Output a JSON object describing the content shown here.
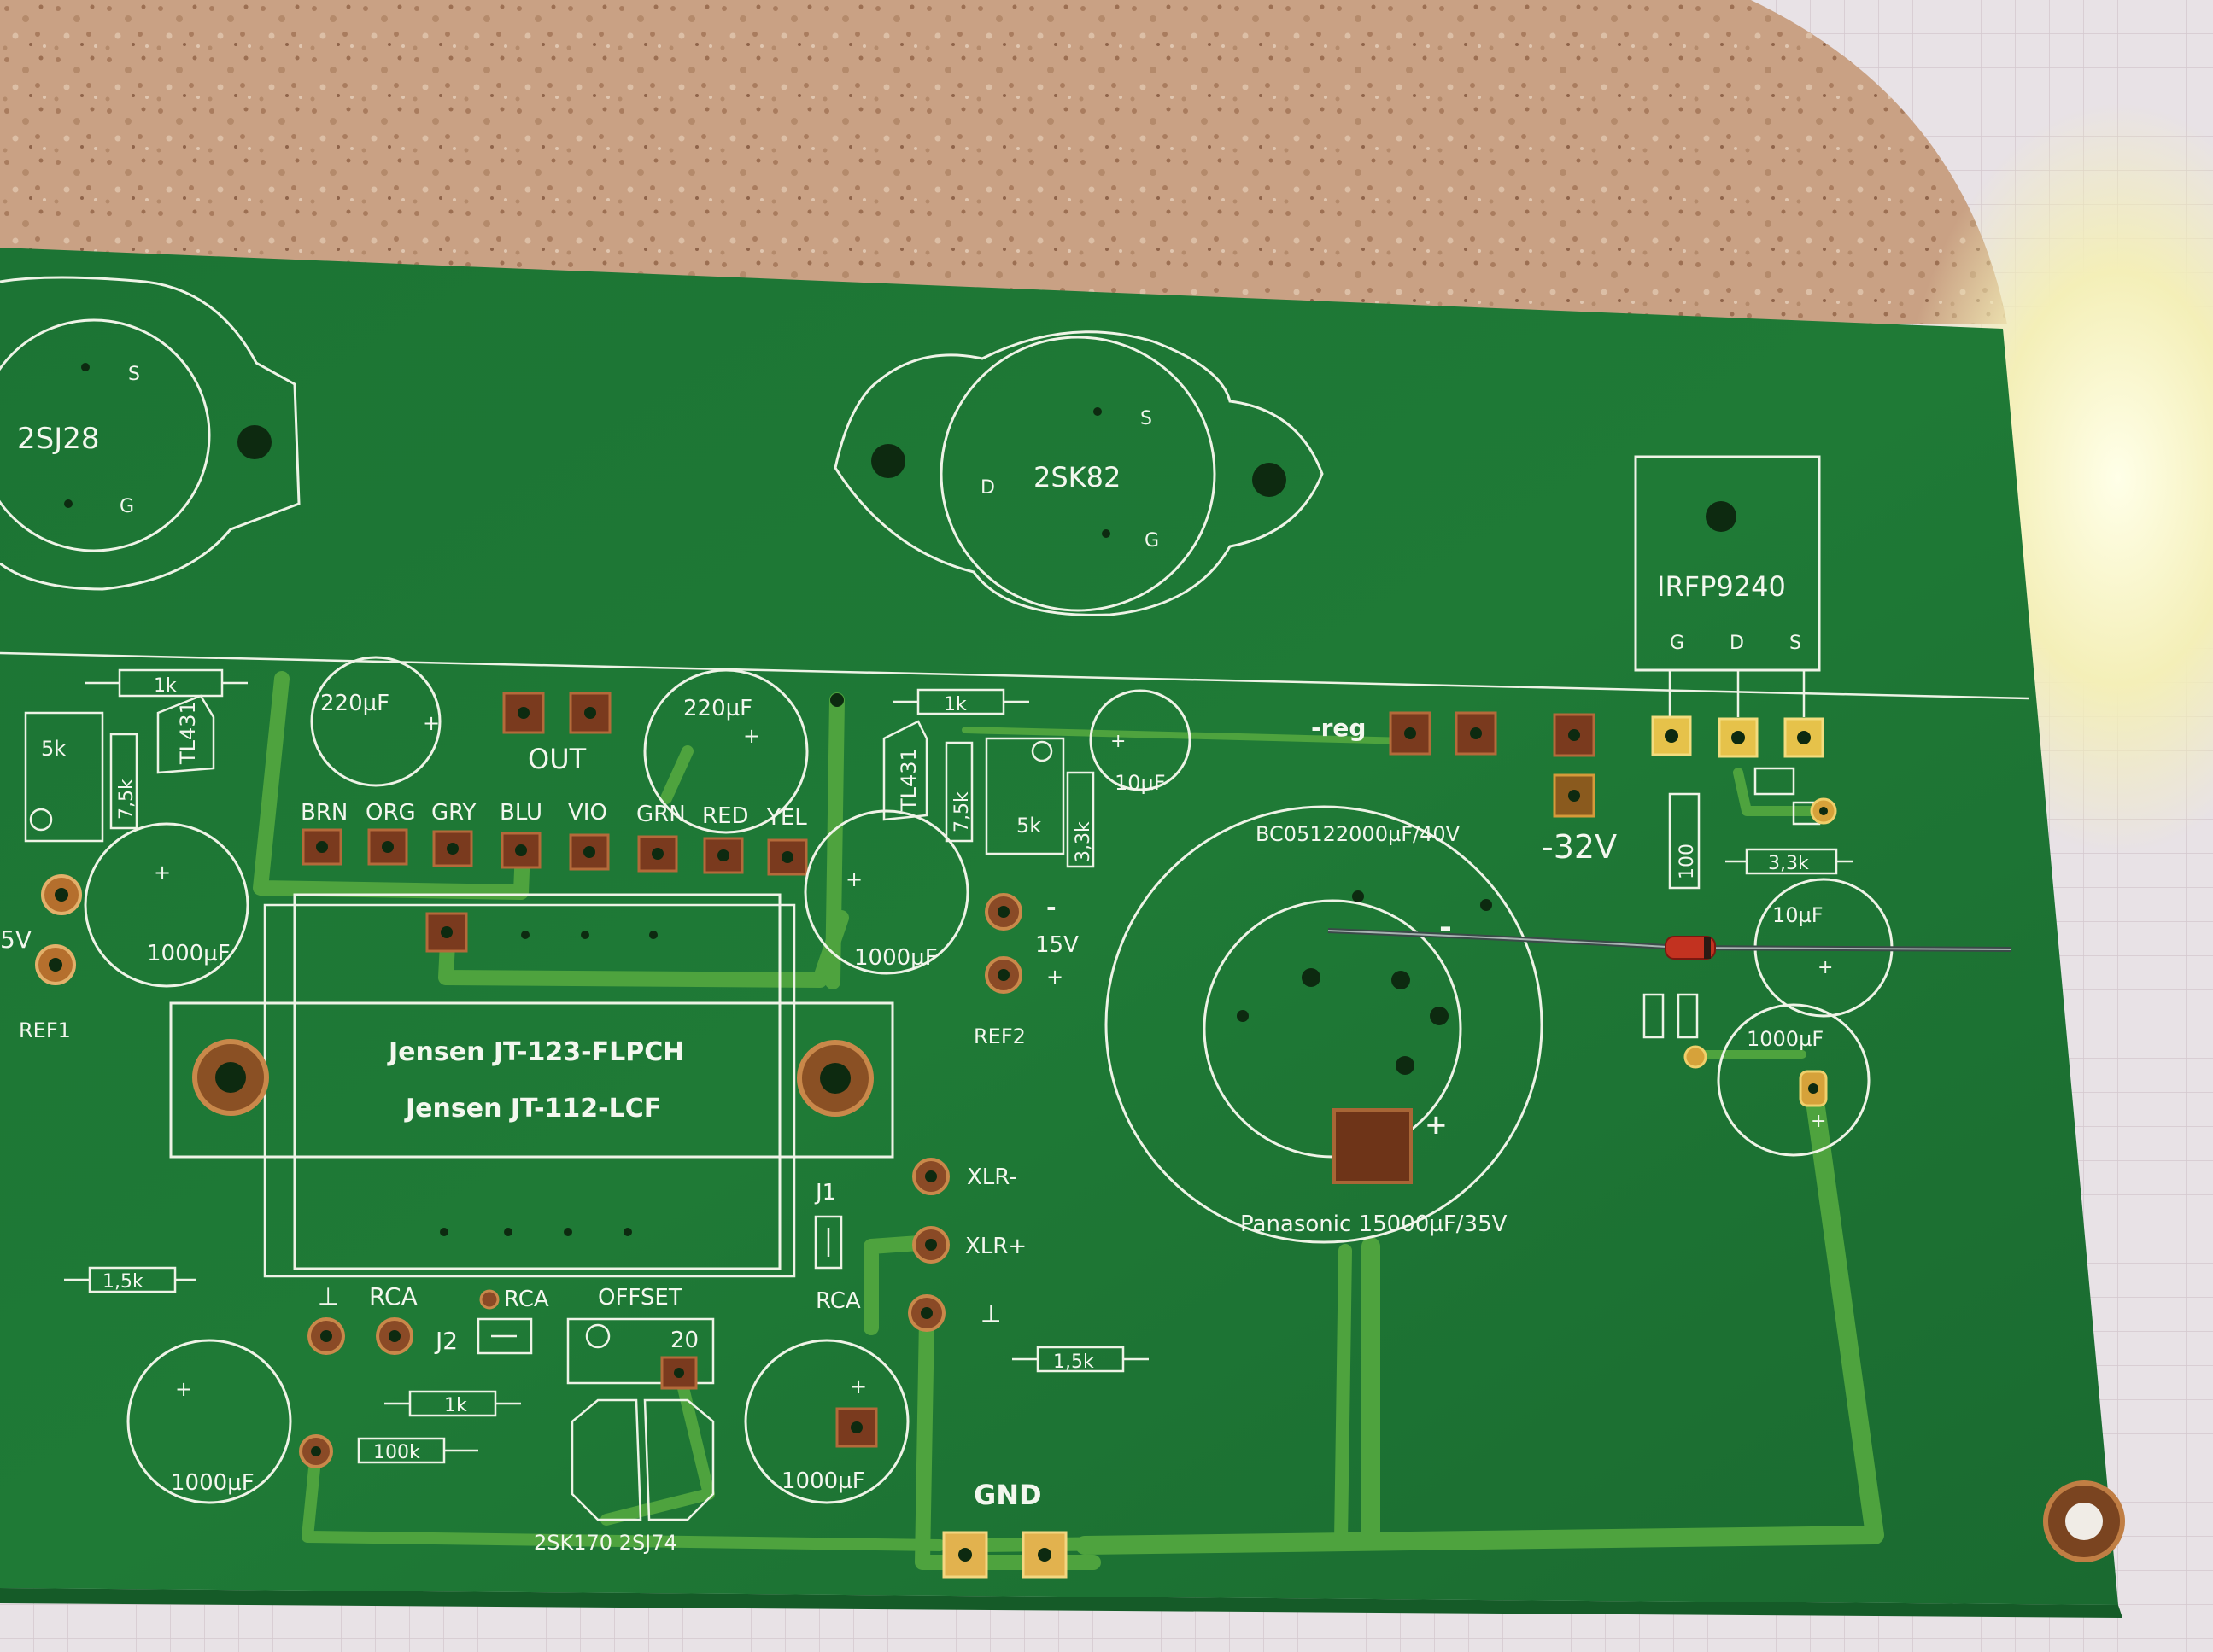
{
  "board": {
    "colors": {
      "cork": "#c9a184",
      "pcb": "#1f7a36",
      "silkscreen": "#eef3e6",
      "copper_pad": "#7a3a1e",
      "gold_pad": "#e6c24a",
      "trace": "#4ea33e"
    },
    "transistors": {
      "left": "2SJ28",
      "center": "2SK82",
      "pins_d": "D",
      "pins_s": "S",
      "pins_g": "G"
    },
    "mosfet": {
      "name": "IRFP9240",
      "pin_g": "G",
      "pin_d": "D",
      "pin_s": "S"
    },
    "labels": {
      "out": "OUT",
      "reg": "-reg",
      "minus32v": "-32V",
      "bc051": "BC05122000µF/40V",
      "panasonic": "Panasonic 15000µF/35V",
      "jensen1": "Jensen JT-123-FLPCH",
      "jensen2": "Jensen JT-112-LCF",
      "ref1": "REF1",
      "ref2": "REF2",
      "v15_left": "5V",
      "v15": "15V",
      "minus": "-",
      "plus": "+",
      "xlr_minus": "XLR-",
      "xlr_plus": "XLR+",
      "ground": "⊥",
      "j1": "J1",
      "j2": "J2",
      "rca": "RCA",
      "offset": "OFFSET",
      "r20": "20",
      "gnd": "GND",
      "jfets": "2SK170 2SJ74",
      "tl431": "TL431",
      "d100": "100"
    },
    "wires": [
      "BRN",
      "ORG",
      "GRY",
      "BLU",
      "VIO",
      "GRN",
      "RED",
      "YEL"
    ],
    "caps": {
      "c220": "220µF",
      "c1000": "1000µF",
      "c10": "10µF"
    },
    "resistors": {
      "r1k": "1k",
      "r5k": "5k",
      "r7k5": "7,5k",
      "r3k3": "3,3k",
      "r1k5": "1,5k",
      "r100k": "100k"
    }
  }
}
